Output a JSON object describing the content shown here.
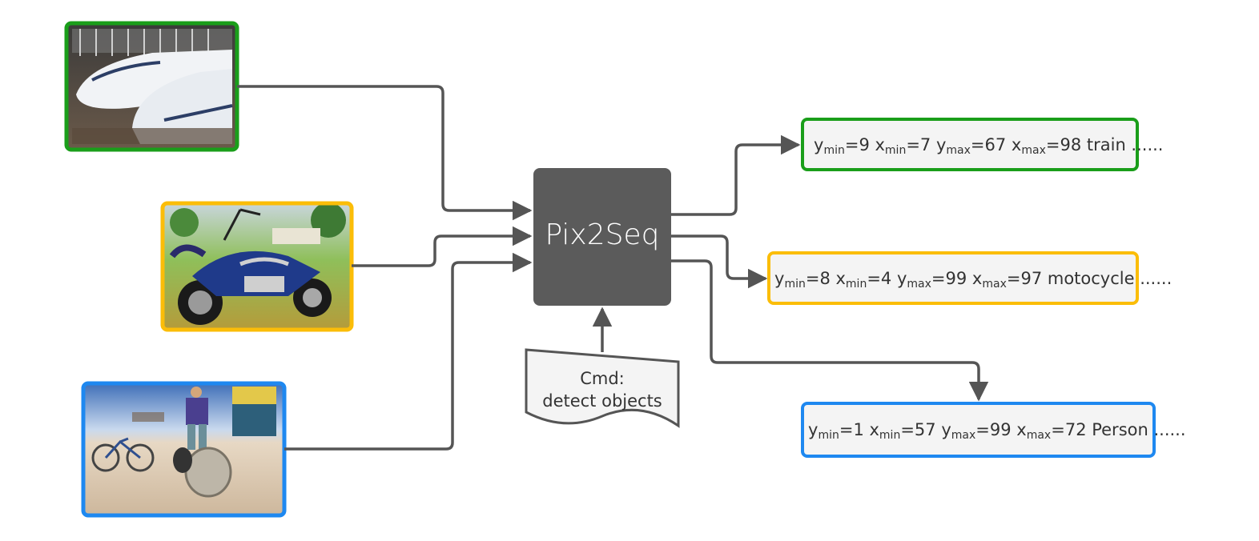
{
  "model": {
    "label": "Pix2Seq"
  },
  "command": {
    "line1": "Cmd:",
    "line2": "detect objects"
  },
  "colors": {
    "green": "#1a9e1a",
    "yellow": "#fbbd08",
    "blue": "#1e88f0",
    "arrow": "#555555",
    "box": "#5b5b5b",
    "output_fill": "#f4f4f4"
  },
  "inputs": [
    {
      "name": "train-image",
      "subject": "bullet trains",
      "border_color": "green"
    },
    {
      "name": "motorcycle-image",
      "subject": "motorcycles on grass",
      "border_color": "yellow"
    },
    {
      "name": "person-image",
      "subject": "person with bicycles in desert",
      "border_color": "blue"
    }
  ],
  "outputs": [
    {
      "border_color": "green",
      "parts": {
        "ymin": "=9 ",
        "xmin": "=7 ",
        "ymax": "=67 ",
        "xmax": "=98 train ......"
      }
    },
    {
      "border_color": "yellow",
      "parts": {
        "ymin": "=8 ",
        "xmin": "=4 ",
        "ymax": "=99 ",
        "xmax": "=97 motocycle ......"
      }
    },
    {
      "border_color": "blue",
      "parts": {
        "ymin": "=1 ",
        "xmin": "=57 ",
        "ymax": "=99 ",
        "xmax": "=72 Person ......"
      }
    }
  ],
  "tokens": {
    "y": "y",
    "x": "x",
    "min": "min",
    "max": "max"
  }
}
